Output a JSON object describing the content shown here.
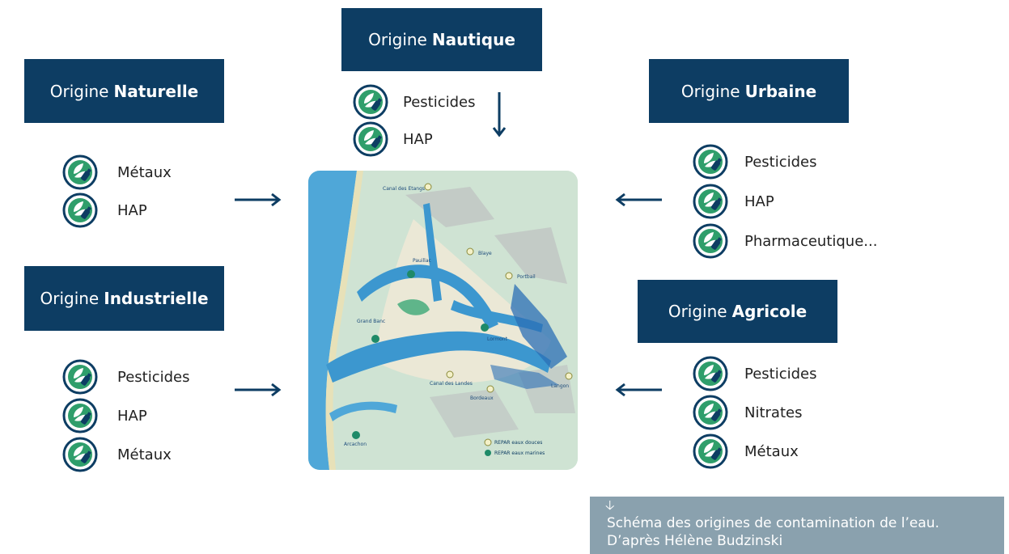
{
  "origins": {
    "nautique": {
      "prefix": "Origine",
      "name": "Nautique",
      "items": [
        "Pesticides",
        "HAP"
      ]
    },
    "naturelle": {
      "prefix": "Origine",
      "name": "Naturelle",
      "items": [
        "Métaux",
        "HAP"
      ]
    },
    "urbaine": {
      "prefix": "Origine",
      "name": "Urbaine",
      "items": [
        "Pesticides",
        "HAP",
        "Pharmaceutique..."
      ]
    },
    "industrielle": {
      "prefix": "Origine",
      "name": "Industrielle",
      "items": [
        "Pesticides",
        "HAP",
        "Métaux"
      ]
    },
    "agricole": {
      "prefix": "Origine",
      "name": "Agricole",
      "items": [
        "Pesticides",
        "Nitrates",
        "Métaux"
      ]
    }
  },
  "map": {
    "places": [
      "Canal des Etangs",
      "Pauillac",
      "Blaye",
      "Portbail",
      "Grand Banc",
      "Lormont",
      "Canal des Landes",
      "Bordeaux",
      "Langon",
      "Arcachon"
    ],
    "legend": [
      "REPAR eaux douces",
      "REPAR eaux marines"
    ]
  },
  "caption": {
    "arrow_glyph": "🡣",
    "line1": "Schéma des origines de contamination de l’eau.",
    "line2": "D’après Hélène Budzinski"
  },
  "colors": {
    "box": "#0d3d63",
    "caption": "#8aa1ae",
    "icon_green": "#2f9e6b",
    "icon_dark": "#0d3d63"
  }
}
